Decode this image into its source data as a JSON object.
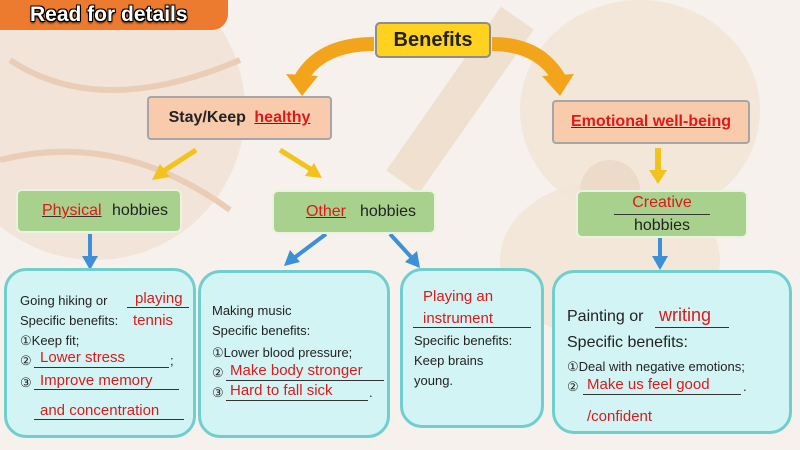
{
  "header": {
    "title": "Read for details"
  },
  "root": {
    "label": "Benefits"
  },
  "left_branch": {
    "prefix": "Stay/Keep ",
    "answer": "healthy"
  },
  "right_branch": {
    "answer": "Emotional well-being"
  },
  "hobbies": {
    "physical": {
      "answer": "Physical",
      "suffix": " hobbies"
    },
    "other": {
      "answer": "Other",
      "suffix": "hobbies"
    },
    "creative": {
      "answer": "Creative",
      "suffix": "hobbies"
    }
  },
  "cards": {
    "physical": {
      "line1_prefix": "Going hiking or ",
      "answer_playing": "playing",
      "line2": "Specific benefits:",
      "answer_tennis": "tennis",
      "item1": "①Keep fit;",
      "item2_marker": "②",
      "item2_answer": "Lower stress",
      "item2_end": ";",
      "item3_marker": "③",
      "item3_answer": "Improve memory",
      "item3_cont": "and concentration"
    },
    "music": {
      "line1": "Making music",
      "line2": "Specific benefits:",
      "item1": "①Lower blood pressure;",
      "item2_marker": "②",
      "item2_answer": "Make body stronger",
      "item3_marker": "③",
      "item3_answer": "Hard to fall sick",
      "item3_end": "."
    },
    "instrument": {
      "answer_line1": "Playing an",
      "answer_line2": "instrument",
      "line2": "Specific benefits:",
      "line3": "Keep brains",
      "line4": "young."
    },
    "creative": {
      "line1_prefix": "Painting or ",
      "answer_writing": "writing",
      "line2": "Specific benefits:",
      "item1": "①Deal with negative emotions;",
      "item2_marker": "②",
      "item2_answer": "Make us feel good",
      "item2_end": ".",
      "item2_cont": "/confident"
    }
  },
  "colors": {
    "header": "#ec7b2f",
    "root": "#ffd21f",
    "peach": "#f8cbad",
    "green": "#a9d18e",
    "card_fill": "#d3f4f4",
    "card_border": "#6fcece",
    "answer": "#e01818",
    "arrow_orange": "#f2a51a",
    "arrow_blue": "#3d8fd6"
  }
}
